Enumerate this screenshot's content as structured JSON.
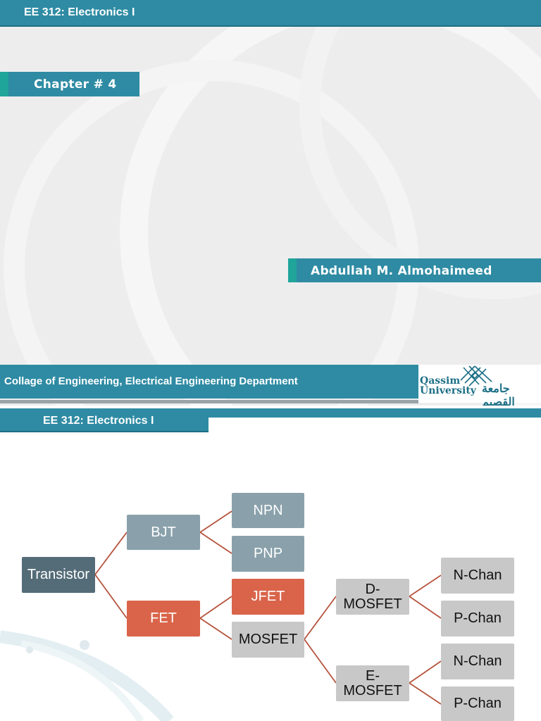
{
  "slide1": {
    "header_title": "EE 312: Electronics I",
    "chapter": "Chapter # 4",
    "author": "Abdullah M. Almohaimeed",
    "footer": "Collage of Engineering,  Electrical Engineering Department",
    "logo_en_line1": "Qassim",
    "logo_en_line2": "University",
    "logo_ar": "جامعة القصيم",
    "logo_icon": "qassim-lattice-logo"
  },
  "slide2": {
    "header_title": "EE 312: Electronics I",
    "tree": {
      "root": "Transistor",
      "bjt": "BJT",
      "npn": "NPN",
      "pnp": "PNP",
      "fet": "FET",
      "jfet": "JFET",
      "mosfet": "MOSFET",
      "d_mosfet": "D-\nMOSFET",
      "e_mosfet": "E-\nMOSFET",
      "d_nchan": "N-Chan",
      "d_pchan": "P-Chan",
      "e_nchan": "N-Chan",
      "e_pchan": "P-Chan"
    }
  },
  "colors": {
    "teal_bar": "#2e8ba3",
    "teal_accent": "#1fa59a",
    "node_dark": "#546c78",
    "node_blue": "#8aa1ab",
    "node_orange": "#d9644a",
    "node_gray": "#c8c8c8",
    "connector": "#b5533c"
  }
}
